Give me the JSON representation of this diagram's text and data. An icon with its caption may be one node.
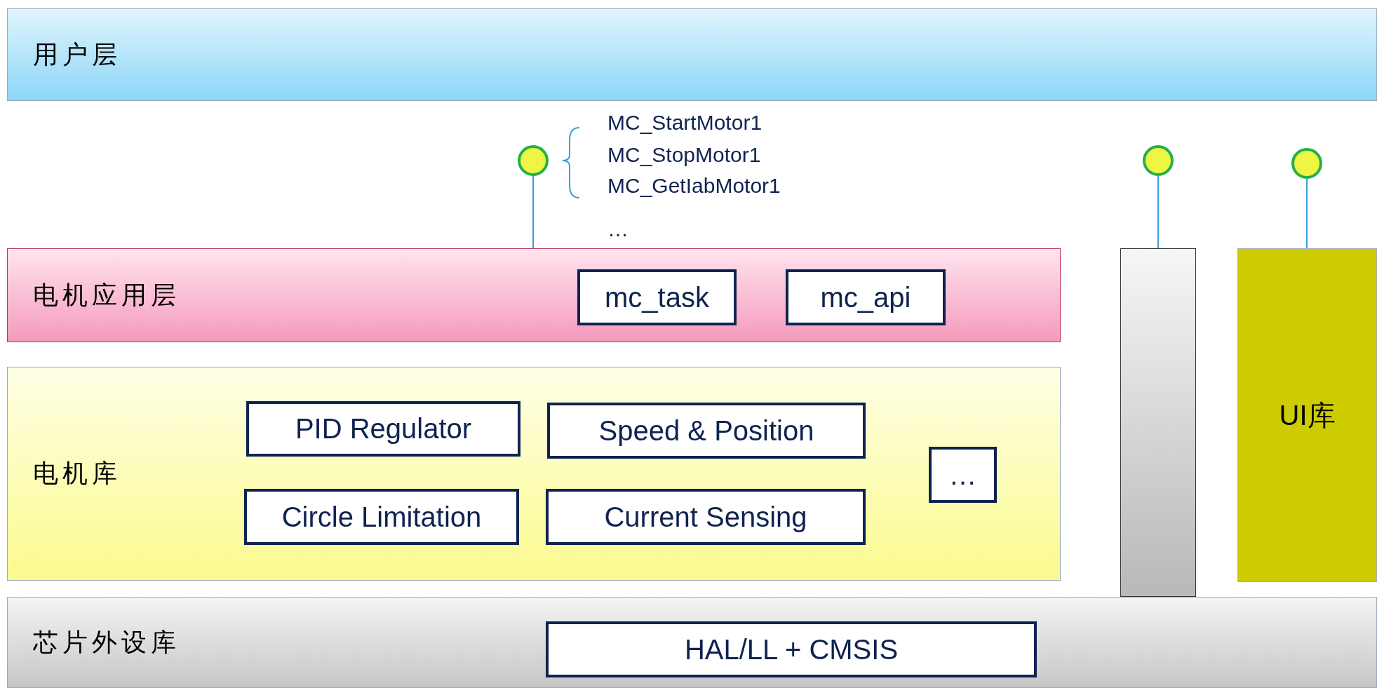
{
  "diagram": {
    "nodes": [
      {
        "text": [
          "用户层"
        ]
      },
      {
        "text": [],
        "shape": "circle",
        "beside": [
          "MC_StartMotor1",
          "MC_StopMotor1",
          "MC_GetIabMotor1",
          "…"
        ]
      },
      {
        "text": [],
        "shape": "circle"
      },
      {
        "text": [],
        "shape": "circle"
      },
      {
        "text": [
          "电机应用层"
        ]
      },
      {
        "text": [
          "mc_task"
        ],
        "in": 4
      },
      {
        "text": [
          "mc_api"
        ],
        "in": 4
      },
      {
        "text": [],
        "shape": "box"
      },
      {
        "text": [
          "UI库"
        ]
      },
      {
        "text": [
          "电机库"
        ]
      },
      {
        "text": [
          "PID Regulator"
        ],
        "in": 9
      },
      {
        "text": [
          "Speed & Position"
        ],
        "in": 9
      },
      {
        "text": [
          "Circle Limitation"
        ],
        "in": 9
      },
      {
        "text": [
          "Current Sensing"
        ],
        "in": 9
      },
      {
        "text": [
          "…"
        ],
        "in": 9
      },
      {
        "text": [
          "芯片外设库"
        ]
      },
      {
        "text": [
          "HAL/LL + CMSIS"
        ],
        "in": 15
      }
    ],
    "edges": [
      {
        "from": 1,
        "to": 4,
        "arrow": "none"
      },
      {
        "from": 2,
        "to": 7,
        "arrow": "none"
      },
      {
        "from": 3,
        "to": 8,
        "arrow": "none"
      }
    ]
  }
}
